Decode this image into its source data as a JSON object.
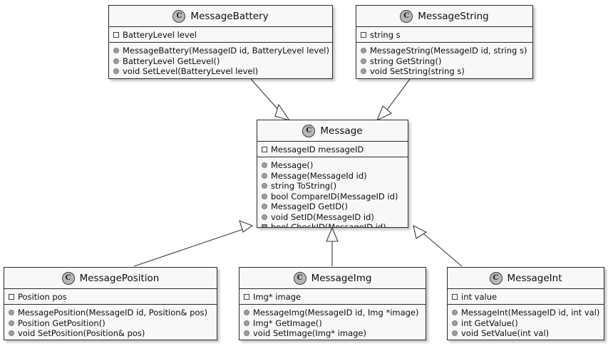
{
  "diagram": {
    "type": "uml-class-diagram",
    "background_color": "#ffffff",
    "box_fill_color": "#f8f8f8",
    "box_border_color": "#2b2b2b",
    "line_color": "#3a3a3a",
    "class_icon_letter": "C",
    "class_icon_color": "#b8b8b8"
  },
  "classes": {
    "message_battery": {
      "name": "MessageBattery",
      "icon": "class-circle-icon",
      "fields": [
        {
          "marker": "field-square",
          "text": "BatteryLevel level"
        }
      ],
      "methods": [
        {
          "marker": "public-circle",
          "text": "MessageBattery(MessageID id, BatteryLevel level)"
        },
        {
          "marker": "public-circle",
          "text": "BatteryLevel GetLevel()"
        },
        {
          "marker": "public-circle",
          "text": "void SetLevel(BatteryLevel level)"
        }
      ]
    },
    "message_string": {
      "name": "MessageString",
      "icon": "class-circle-icon",
      "fields": [
        {
          "marker": "field-square",
          "text": "string s"
        }
      ],
      "methods": [
        {
          "marker": "public-circle",
          "text": "MessageString(MessageID id, string s)"
        },
        {
          "marker": "public-circle",
          "text": "string GetString()"
        },
        {
          "marker": "public-circle",
          "text": "void SetString(string s)"
        }
      ]
    },
    "message": {
      "name": "Message",
      "icon": "class-circle-icon",
      "fields": [
        {
          "marker": "field-square",
          "text": "MessageID messageID"
        }
      ],
      "methods": [
        {
          "marker": "public-circle",
          "text": "Message()"
        },
        {
          "marker": "public-circle",
          "text": "Message(MessageId id)"
        },
        {
          "marker": "public-circle",
          "text": "string ToString()"
        },
        {
          "marker": "public-circle",
          "text": "bool CompareID(MessageID id)"
        },
        {
          "marker": "public-circle",
          "text": "MessageID GetID()"
        },
        {
          "marker": "public-circle",
          "text": "void SetID(MessageID id)"
        },
        {
          "marker": "private-square",
          "text": "bool CheckID(MessageID id)"
        }
      ]
    },
    "message_position": {
      "name": "MessagePosition",
      "icon": "class-circle-icon",
      "fields": [
        {
          "marker": "field-square",
          "text": "Position pos"
        }
      ],
      "methods": [
        {
          "marker": "public-circle",
          "text": "MessagePosition(MessageID id, Position& pos)"
        },
        {
          "marker": "public-circle",
          "text": "Position GetPosition()"
        },
        {
          "marker": "public-circle",
          "text": "void SetPosition(Position& pos)"
        }
      ]
    },
    "message_img": {
      "name": "MessageImg",
      "icon": "class-circle-icon",
      "fields": [
        {
          "marker": "field-square",
          "text": "Img* image"
        }
      ],
      "methods": [
        {
          "marker": "public-circle",
          "text": "MessageImg(MessageID id, Img *image)"
        },
        {
          "marker": "public-circle",
          "text": "Img* GetImage()"
        },
        {
          "marker": "public-circle",
          "text": "void SetImage(Img* image)"
        }
      ]
    },
    "message_int": {
      "name": "MessageInt",
      "icon": "class-circle-icon",
      "fields": [
        {
          "marker": "field-square",
          "text": "int value"
        }
      ],
      "methods": [
        {
          "marker": "public-circle",
          "text": "MessageInt(MessageID id, int val)"
        },
        {
          "marker": "public-circle",
          "text": "int GetValue()"
        },
        {
          "marker": "public-circle",
          "text": "void SetValue(int val)"
        }
      ]
    }
  },
  "relationships": [
    {
      "from": "MessageBattery",
      "to": "Message",
      "kind": "generalization"
    },
    {
      "from": "MessageString",
      "to": "Message",
      "kind": "generalization"
    },
    {
      "from": "MessagePosition",
      "to": "Message",
      "kind": "generalization"
    },
    {
      "from": "MessageImg",
      "to": "Message",
      "kind": "generalization"
    },
    {
      "from": "MessageInt",
      "to": "Message",
      "kind": "generalization"
    }
  ]
}
